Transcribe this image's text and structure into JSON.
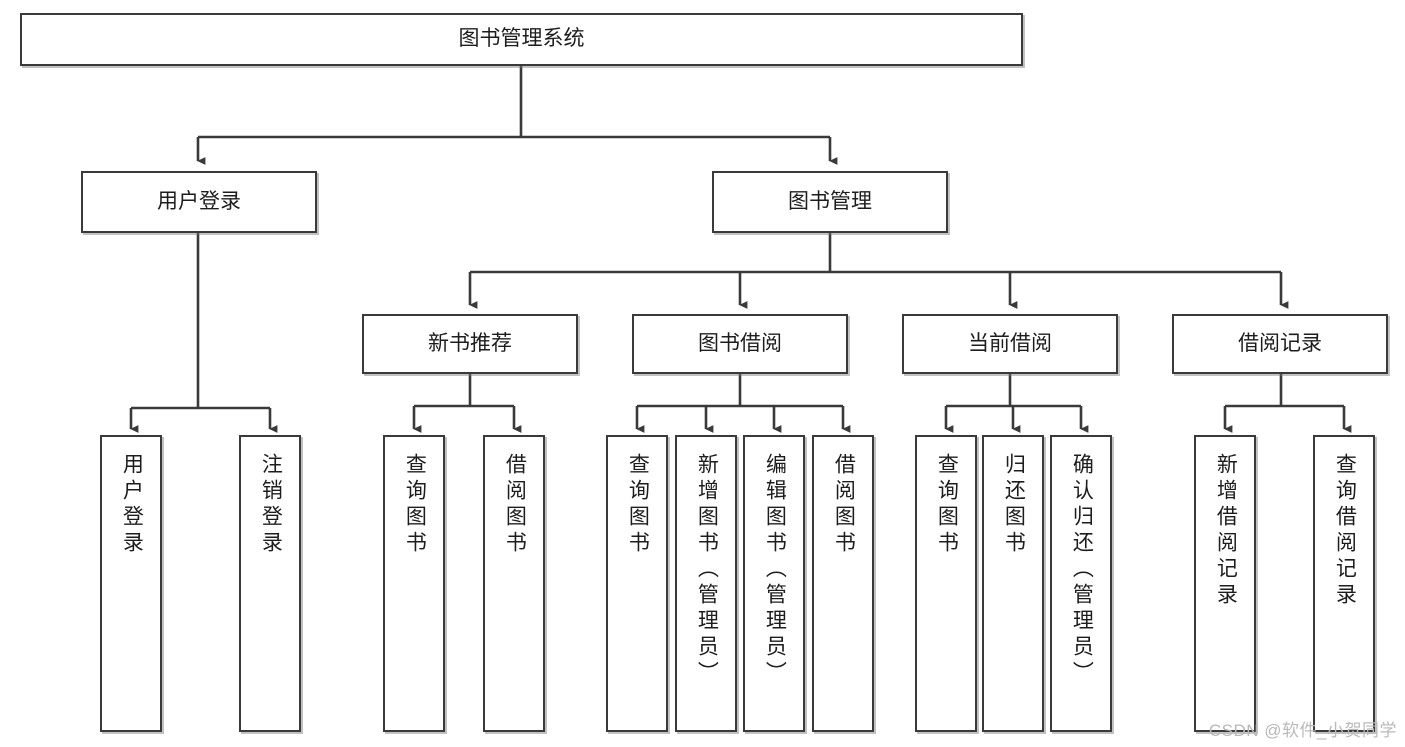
{
  "diagram": {
    "type": "tree-hierarchy-chart",
    "title": "图书管理系统",
    "watermark": "CSDN @软件_小贺同学",
    "nodes": {
      "root": {
        "label": "图书管理系统"
      },
      "level2": [
        {
          "id": "user-login",
          "label": "用户登录"
        },
        {
          "id": "book-manage",
          "label": "图书管理"
        }
      ],
      "level3": [
        {
          "id": "new-book-recommend",
          "label": "新书推荐"
        },
        {
          "id": "book-borrow",
          "label": "图书借阅"
        },
        {
          "id": "current-borrow",
          "label": "当前借阅"
        },
        {
          "id": "borrow-record",
          "label": "借阅记录"
        }
      ],
      "leaves": {
        "user_login": [
          {
            "id": "leaf-user-login",
            "label": "用户登录"
          },
          {
            "id": "leaf-logout-login",
            "label": "注销登录"
          }
        ],
        "new_book_recommend": [
          {
            "id": "leaf-query-book-1",
            "label": "查询图书"
          },
          {
            "id": "leaf-borrow-book-1",
            "label": "借阅图书"
          }
        ],
        "book_borrow": [
          {
            "id": "leaf-query-book-2",
            "label": "查询图书"
          },
          {
            "id": "leaf-add-book",
            "label": "新增图书（管理员）"
          },
          {
            "id": "leaf-edit-book",
            "label": "编辑图书（管理员）"
          },
          {
            "id": "leaf-borrow-book-2",
            "label": "借阅图书"
          }
        ],
        "current_borrow": [
          {
            "id": "leaf-query-book-3",
            "label": "查询图书"
          },
          {
            "id": "leaf-return-book",
            "label": "归还图书"
          },
          {
            "id": "leaf-confirm-return",
            "label": "确认归还（管理员）"
          }
        ],
        "borrow_record": [
          {
            "id": "leaf-add-record",
            "label": "新增借阅记录"
          },
          {
            "id": "leaf-query-record",
            "label": "查询借阅记录"
          }
        ]
      }
    },
    "colors": {
      "border": "#3a3a3a",
      "text": "#1d1d1d",
      "background": "#ffffff",
      "watermark": "#b9b9b9"
    }
  }
}
